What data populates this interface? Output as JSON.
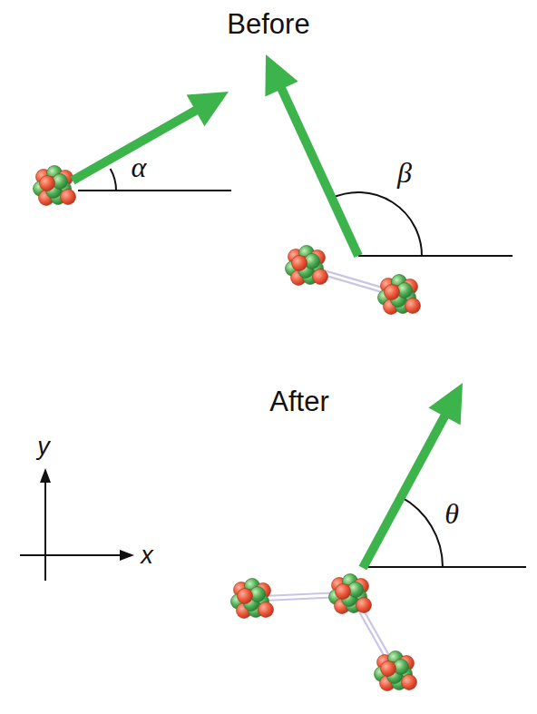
{
  "diagram": {
    "labels": [
      "Before",
      "α",
      "β",
      "After",
      "y",
      "θ",
      "x"
    ]
  }
}
